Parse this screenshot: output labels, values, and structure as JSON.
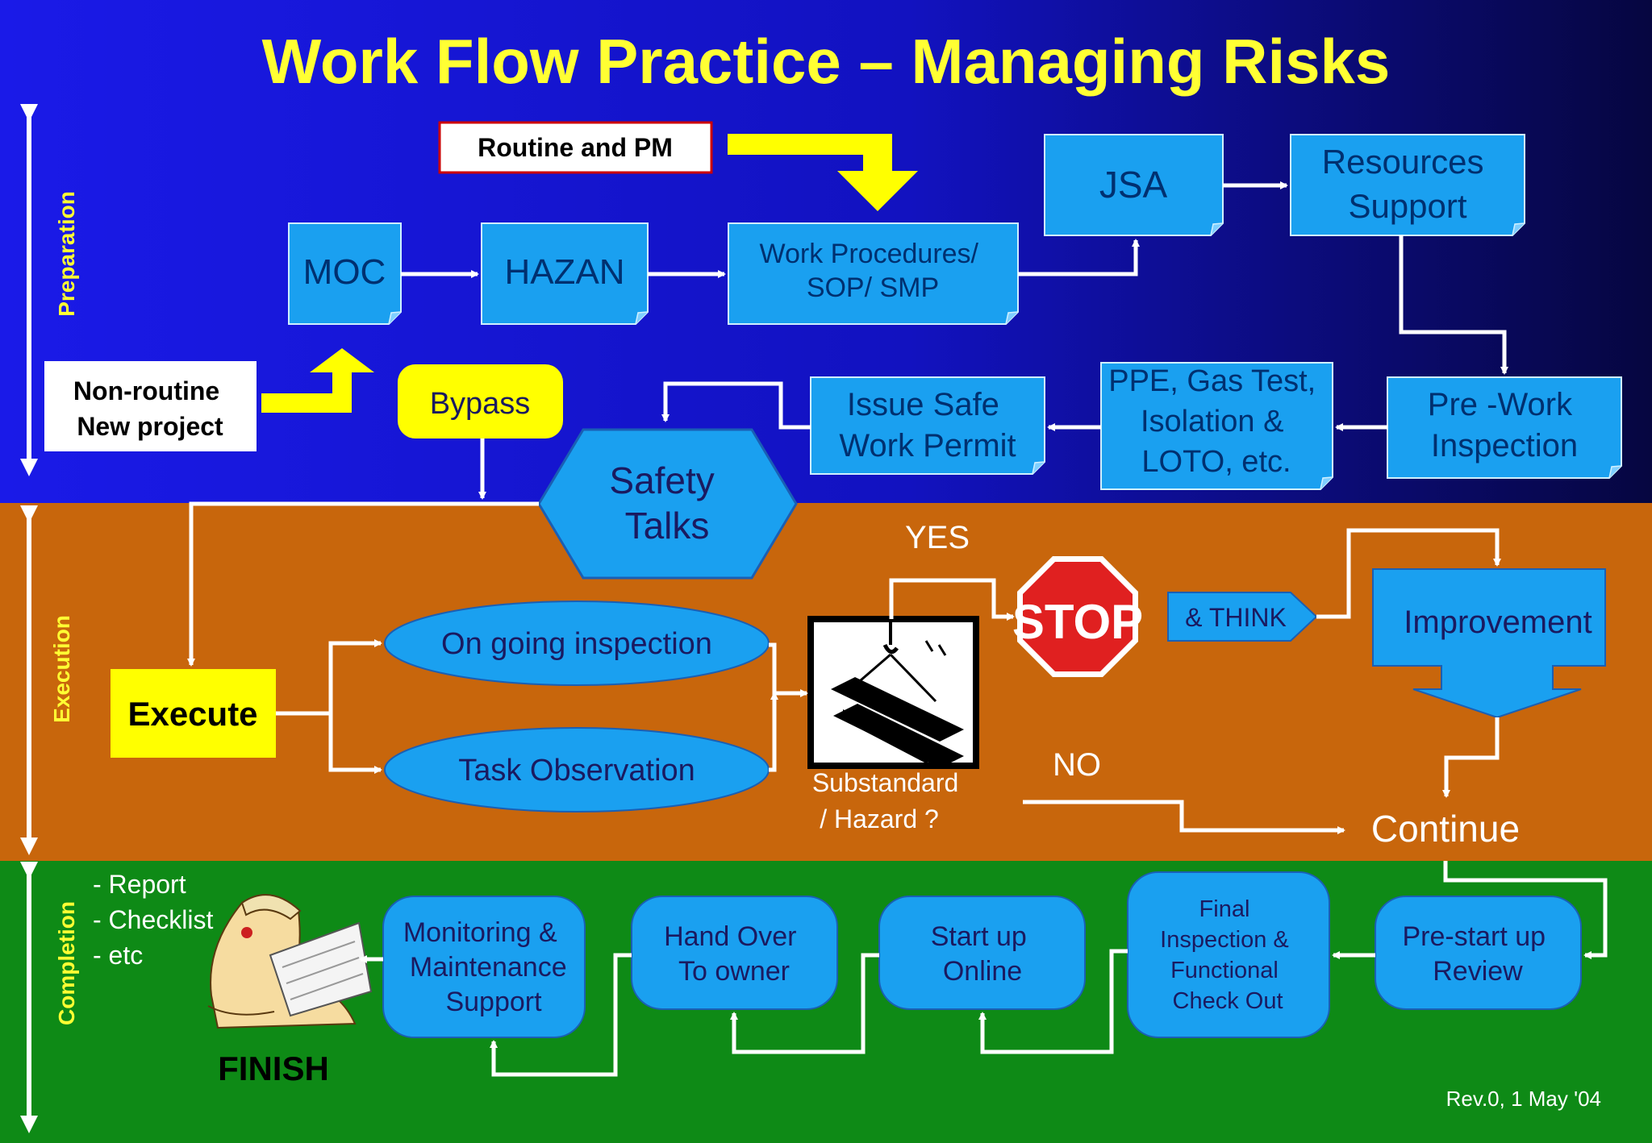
{
  "title": "Work Flow Practice – Managing Risks",
  "phases": {
    "preparation": "Preparation",
    "execution": "Execution",
    "completion": "Completion"
  },
  "preparation": {
    "routine": "Routine and PM",
    "nonroutine": [
      "Non-routine",
      "New project"
    ],
    "moc": "MOC",
    "hazan": "HAZAN",
    "procedures": [
      "Work Procedures/",
      "SOP/ SMP"
    ],
    "jsa": "JSA",
    "resources": [
      "Resources",
      "Support"
    ],
    "prework": [
      "Pre -Work",
      "Inspection"
    ],
    "ppe": [
      "PPE, Gas Test,",
      "Isolation &",
      "LOTO, etc."
    ],
    "permit": [
      "Issue Safe",
      "Work Permit"
    ],
    "bypass": "Bypass"
  },
  "execution": {
    "safety": [
      "Safety",
      "Talks"
    ],
    "execute": "Execute",
    "ongoing": "On going inspection",
    "task_obs": "Task Observation",
    "hazard_q": [
      "Substandard",
      "/ Hazard ?"
    ],
    "yes": "YES",
    "no": "NO",
    "stop": "STOP",
    "think": "& THINK",
    "improvement": "Improvement",
    "continue": "Continue"
  },
  "completion": {
    "notes": [
      "- Report",
      "- Checklist",
      "- etc"
    ],
    "finish": "FINISH",
    "monitoring": [
      "Monitoring &",
      "Maintenance",
      "Support"
    ],
    "handover": [
      "Hand Over",
      "To owner"
    ],
    "startup": [
      "Start up",
      "Online"
    ],
    "final": [
      "Final",
      "Inspection &",
      "Functional",
      "Check Out"
    ],
    "prestart": [
      "Pre-start up",
      "Review"
    ]
  },
  "revision": "Rev.0, 1 May '04",
  "colors": {
    "preparation_bg": "#1010d8",
    "execution_bg": "#c8660c",
    "completion_bg": "#0e8a16",
    "box_fill": "#1aa0f0",
    "title_text": "#ffff33",
    "yellow_fill": "#ffff00",
    "stop_red": "#e02020"
  }
}
